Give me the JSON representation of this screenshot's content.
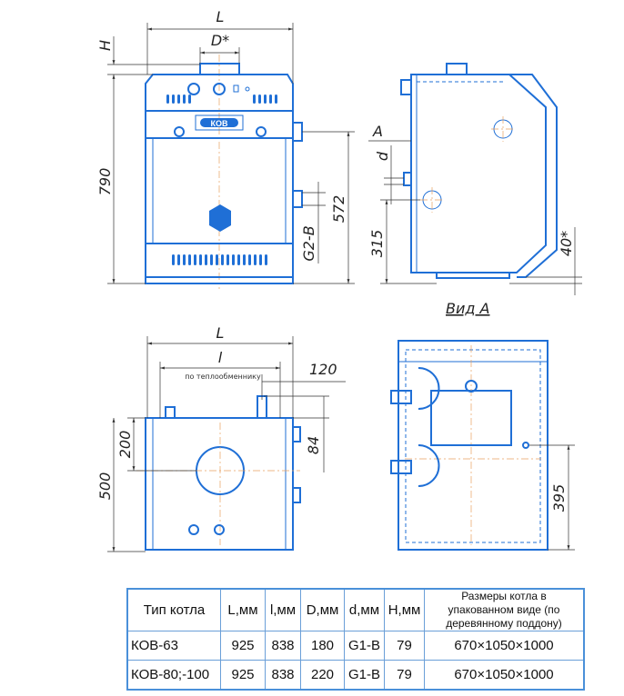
{
  "drawing": {
    "front": {
      "L": "L",
      "D": "D*",
      "H": "H",
      "h790": "790",
      "h572": "572",
      "g2b": "G2-B",
      "logo": "КОВ"
    },
    "side": {
      "A": "A",
      "d": "d",
      "h315": "315",
      "h40": "40*"
    },
    "view_a_title": "Вид A",
    "top": {
      "L": "L",
      "l": "l",
      "note": "по теплообменнику",
      "d120": "120",
      "d84": "84",
      "d200": "200",
      "d500": "500"
    },
    "view_a": {
      "d395": "395"
    }
  },
  "table": {
    "headers": [
      "Тип котла",
      "L,мм",
      "l,мм",
      "D,мм",
      "d,мм",
      "H,мм",
      "Размеры котла в упакованном виде (по деревянному поддону)"
    ],
    "rows": [
      [
        "КОВ-63",
        "925",
        "838",
        "180",
        "G1-B",
        "79",
        "670×1050×1000"
      ],
      [
        "КОВ-80;-100",
        "925",
        "838",
        "220",
        "G1-B",
        "79",
        "670×1050×1000"
      ]
    ]
  }
}
